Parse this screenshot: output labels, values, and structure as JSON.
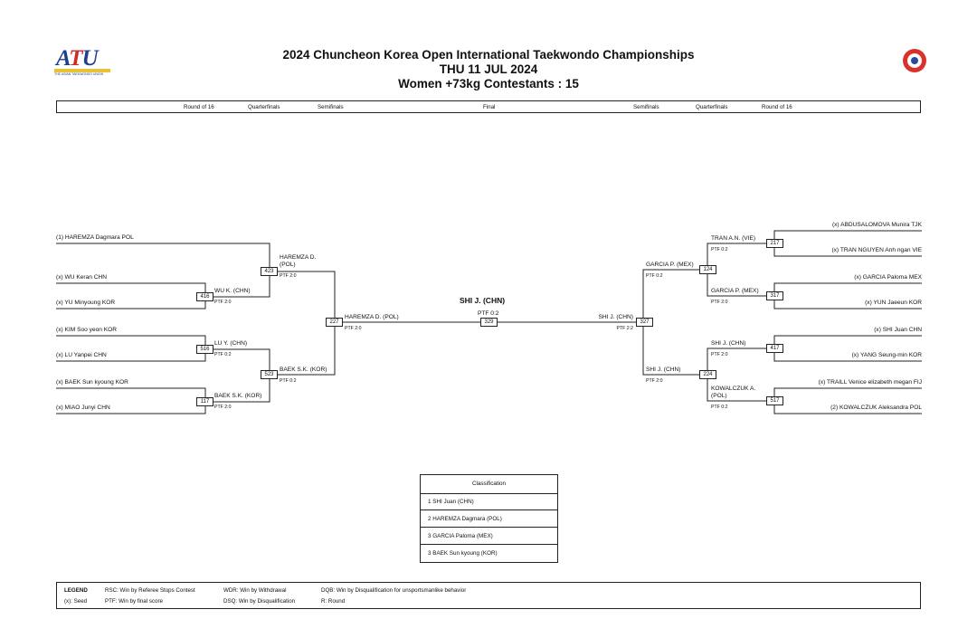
{
  "header": {
    "title": "2024 Chuncheon Korea Open International Taekwondo Championships",
    "date": "THU 11 JUL 2024",
    "category": "Women +73kg Contestants : 15",
    "logo_text": "ATU",
    "logo_sub": "THE ASIAN TAEKWONDO UNION"
  },
  "rounds": {
    "left": [
      "Round of 16",
      "Quarterfinals",
      "Semifinals"
    ],
    "final": "Final",
    "right": [
      "Semifinals",
      "Quarterfinals",
      "Round of 16"
    ]
  },
  "left_r16": [
    "(1) HAREMZA Dagmara POL",
    "(x) WU Keran CHN",
    "(x) YU Minyoung KOR",
    "(x) KIM Soo yeon KOR",
    "(x) LU Yanpei CHN",
    "(x) BAEK Sun kyoung KOR",
    "(x) MIAO Junyi CHN"
  ],
  "right_r16": [
    "(x) ABDUSALOMOVA Munira TJK",
    "(x) TRAN NGUYEN Anh ngan VIE",
    "(x) GARCIA Paloma MEX",
    "(x) YUN Jaeeun KOR",
    "(x) SHI Juan CHN",
    "(x) YANG Seung-min KOR",
    "(x) TRAILL Venice elizabeth megan FIJ",
    "(2) KOWALCZUK Aleksandra POL"
  ],
  "left_matches": {
    "qf1": {
      "no": "423",
      "winner_line1": "HAREMZA D.",
      "winner_line2": "(POL)",
      "result": "PTF 2:0"
    },
    "r16a": {
      "no": "416",
      "winner": "WU K. (CHN)",
      "result": "PTF 2:0"
    },
    "r16b": {
      "no": "516",
      "winner": "LU Y. (CHN)",
      "result": "PTF 0:2"
    },
    "r16c": {
      "no": "117",
      "winner": "BAEK S.K. (KOR)",
      "result": "PTF 2:0"
    },
    "qf2": {
      "no": "523",
      "winner": "BAEK S.K. (KOR)",
      "result": "PTF 0:2"
    },
    "sf": {
      "no": "227",
      "winner": "HAREMZA D. (POL)",
      "result": "PTF 2:0"
    }
  },
  "final": {
    "no": "329",
    "champion": "SHI J. (CHN)",
    "result": "PTF 0:2"
  },
  "right_matches": {
    "sf": {
      "no": "327",
      "winner": "SHI J. (CHN)",
      "result": "PTF 2:2"
    },
    "qf1": {
      "no": "124",
      "winner": "GARCIA P. (MEX)",
      "result": "PTF 0:2"
    },
    "r16a": {
      "no": "217",
      "winner": "TRAN A.N. (VIE)",
      "result": "PTF 0:2"
    },
    "r16b": {
      "no": "317",
      "winner": "GARCIA P. (MEX)",
      "result": "PTF 2:0"
    },
    "qf2": {
      "no": "224",
      "winner": "SHI J. (CHN)",
      "result": "PTF 2:0"
    },
    "r16c": {
      "no": "417",
      "winner": "SHI J. (CHN)",
      "result": "PTF 2:0"
    },
    "r16d": {
      "no": "517",
      "winner_line1": "KOWALCZUK A.",
      "winner_line2": "(POL)",
      "result": "PTF 0:2"
    }
  },
  "classification": {
    "title": "Classification",
    "rows": [
      "1  SHI Juan (CHN)",
      "2  HAREMZA Dagmara (POL)",
      "3  GARCIA Paloma (MEX)",
      "3  BAEK Sun kyoung (KOR)"
    ]
  },
  "legend": {
    "label": "LEGEND",
    "rsc": "RSC: Win by Referee Stops Contest",
    "wdr": "WDR: Win by Withdrawal",
    "dqb": "DQB: Win by Disqualification for unsportsmanlike behavior",
    "seed": "(x): Seed",
    "ptf": "PTF: Win by final score",
    "dsq": "DSQ: Win by Disqualification",
    "round": "R: Round"
  },
  "colors": {
    "line": "#222222",
    "logo_blue": "#1f3f8f",
    "logo_red": "#d22a2a",
    "logo_yellow": "#e8c234",
    "emblem_red": "#d9322a"
  }
}
